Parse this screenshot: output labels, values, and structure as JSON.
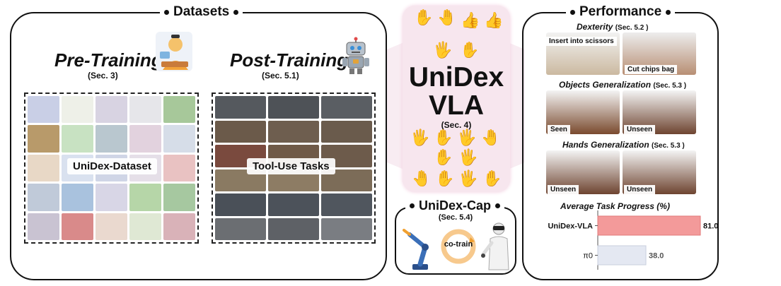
{
  "datasets": {
    "title": "Datasets",
    "pretraining": {
      "title": "Pre-Training",
      "ref": "(Sec. 3)",
      "box_label": "UniDex-Dataset"
    },
    "posttraining": {
      "title": "Post-Training",
      "ref": "(Sec. 5.1)",
      "box_label": "Tool-Use Tasks"
    }
  },
  "center": {
    "line1": "UniDex",
    "line2": "VLA",
    "ref": "(Sec. 4)"
  },
  "cap": {
    "title": "UniDex-Cap",
    "ref": "(Sec. 5.4)",
    "cotrain": "co-train"
  },
  "performance": {
    "title": "Performance",
    "dexterity": {
      "title": "Dexterity",
      "ref": "(Sec. 5.2 )",
      "tag1": "Insert into scissors",
      "tag2": "Cut chips bag"
    },
    "objects": {
      "title": "Objects Generalization",
      "ref": "(Sec. 5.3 )",
      "tag1": "Seen",
      "tag2": "Unseen"
    },
    "hands": {
      "title": "Hands Generalization",
      "ref": "(Sec. 5.3 )",
      "tag1": "Unseen",
      "tag2": "Unseen"
    }
  },
  "chart_data": {
    "type": "bar",
    "orientation": "horizontal",
    "title": "Average Task Progress  (%)",
    "categories": [
      "UniDex-VLA",
      "π0"
    ],
    "values": [
      81.0,
      38.0
    ],
    "value_labels": [
      "81.0",
      "38.0"
    ],
    "xlim": [
      0,
      81
    ],
    "colors": [
      "#f39a9a",
      "#e4e8f2"
    ]
  },
  "colors": {
    "accent_pink": "#f7e6ee",
    "bar_top": "#f39a9a",
    "bar_bottom": "#e4e8f2"
  },
  "icons": {
    "person": "person-with-headset-icon",
    "robot": "robot-icon",
    "arm": "robot-arm-icon"
  }
}
